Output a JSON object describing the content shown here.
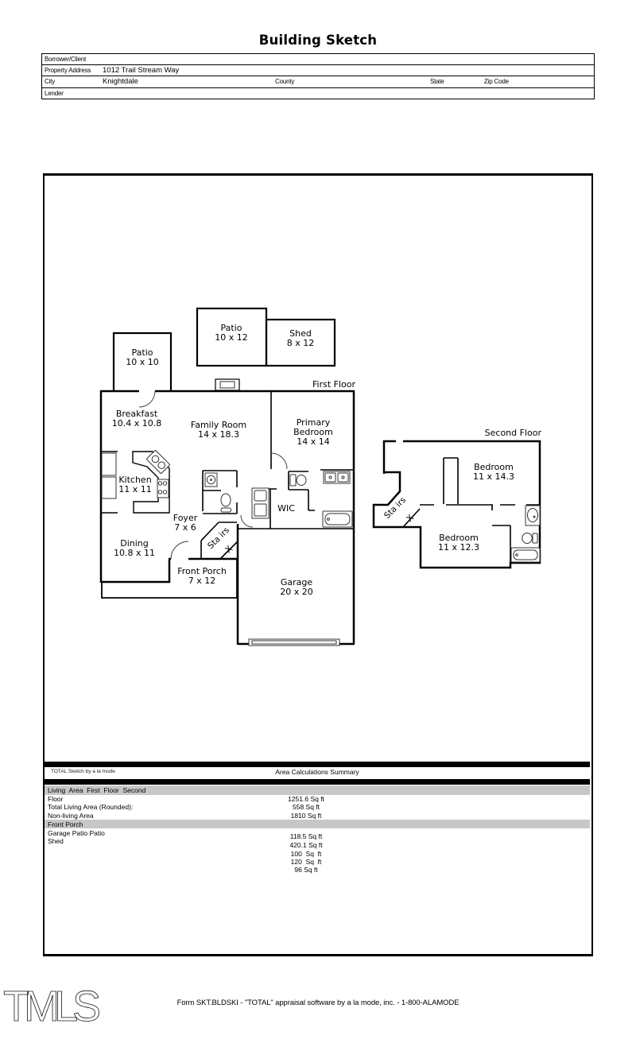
{
  "title": "Building Sketch",
  "form": {
    "borrower_label": "Borrower/Client",
    "property_label": "Property Address",
    "property_value": "1012 Trail Stream Way",
    "city_label": "City",
    "city_value": "Knightdale",
    "county_label": "County",
    "state_label": "State",
    "zip_label": "Zip Code",
    "lender_label": "Lender"
  },
  "plan": {
    "first_floor_label": "First Floor",
    "second_floor_label": "Second Floor",
    "stairs_label": "Sta irs",
    "stairs_mark": "X",
    "rooms": [
      {
        "name": "Patio",
        "dim": "10 x 10"
      },
      {
        "name": "Patio",
        "dim": "10 x 12"
      },
      {
        "name": "Shed",
        "dim": "8 x 12"
      },
      {
        "name": "Breakfast",
        "dim": "10.4 x 10.8"
      },
      {
        "name": "Family Room",
        "dim": "14 x 18.3"
      },
      {
        "name": "Primary Bedroom",
        "dim": "14 x 14"
      },
      {
        "name": "Kitchen",
        "dim": "11 x 11"
      },
      {
        "name": "Foyer",
        "dim": "7 x 6"
      },
      {
        "name": "Dining",
        "dim": "10.8 x 11"
      },
      {
        "name": "WIC",
        "dim": ""
      },
      {
        "name": "Front Porch",
        "dim": "7 x 12"
      },
      {
        "name": "Garage",
        "dim": "20 x 20"
      },
      {
        "name": "Bedroom",
        "dim": "11 x 14.3"
      },
      {
        "name": "Bedroom",
        "dim": "11 x 12.3"
      }
    ]
  },
  "area_summary": {
    "brand": "TOTAL Sketch by a la mode",
    "title": "Area Calculations Summary",
    "group1_header": "Living  Area  First  Floor  Second",
    "rows": [
      {
        "label": "Floor",
        "value": "1251.6 Sq ft"
      },
      {
        "label": "Total Living Area (Rounded):",
        "value": "558 Sq ft"
      },
      {
        "label": "Non-living Area",
        "value": "1810 Sq ft"
      }
    ],
    "group2_header": "Front Porch",
    "group2_labels": [
      "Garage Patio Patio",
      "Shed"
    ],
    "group2_values": [
      "118.5 Sq ft",
      "420.1 Sq ft",
      "100  Sq  ft",
      "120  Sq  ft",
      "96 Sq ft"
    ]
  },
  "footer": {
    "logo": "TMLS",
    "form_line": "Form SKT.BLDSKI - \"TOTAL\" appraisal software by a la mode, inc. - 1-800-ALAMODE"
  }
}
